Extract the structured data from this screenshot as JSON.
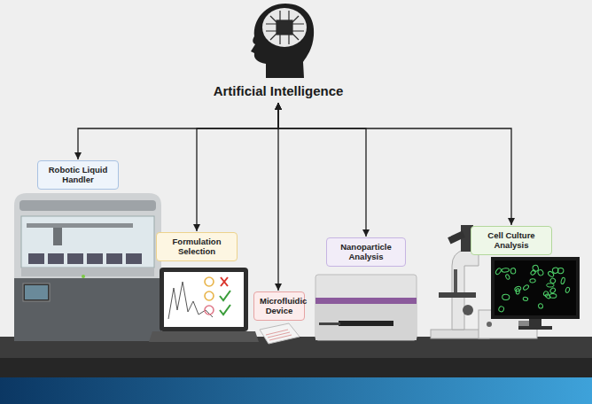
{
  "diagram": {
    "nodes": [
      {
        "text": [
          "Artificial Intelligence"
        ]
      },
      {
        "text": [
          "Robotic Liquid Handler"
        ]
      },
      {
        "text": [
          "Formulation Selection"
        ]
      },
      {
        "text": [
          "Microfluidic Device"
        ]
      },
      {
        "text": [
          "Nanoparticle Analysis"
        ]
      },
      {
        "text": [
          "Cell Culture Analysis"
        ]
      }
    ],
    "edges": [
      {
        "from": 0,
        "to": 1,
        "arrow": "both"
      },
      {
        "from": 0,
        "to": 2,
        "arrow": "both"
      },
      {
        "from": 0,
        "to": 3,
        "arrow": "both"
      },
      {
        "from": 0,
        "to": 4,
        "arrow": "both"
      },
      {
        "from": 0,
        "to": 5,
        "arrow": "both"
      }
    ]
  }
}
